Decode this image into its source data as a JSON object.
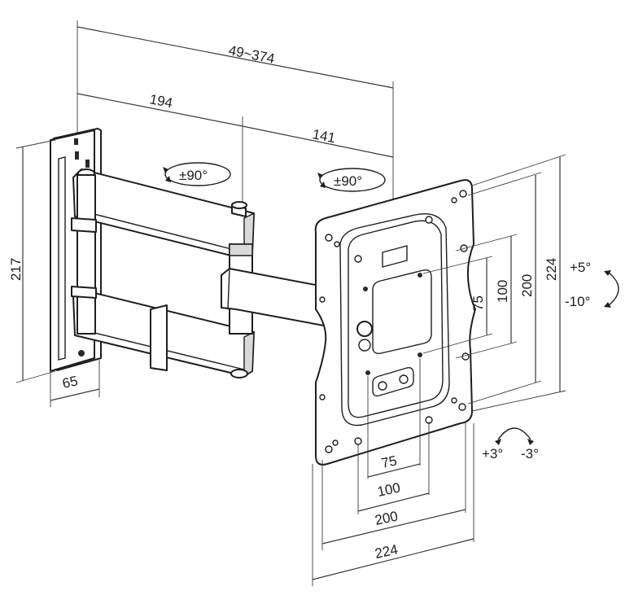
{
  "dimensions": {
    "arm_extension": "49~374",
    "wall_to_pivot": "194",
    "pivot_to_plate": "141",
    "wall_plate_height": "217",
    "wall_plate_width": "65",
    "vesa_v_224": "224",
    "vesa_v_200": "200",
    "vesa_v_100": "100",
    "vesa_v_75": "75",
    "vesa_h_75": "75",
    "vesa_h_100": "100",
    "vesa_h_200": "200",
    "vesa_h_224": "224"
  },
  "rotation": {
    "swivel_arm": "±90°",
    "swivel_plate": "±90°",
    "tilt_up": "+5°",
    "tilt_down": "-10°",
    "roll_pos": "+3°",
    "roll_neg": "-3°"
  },
  "colors": {
    "line": "#1e1e1e",
    "shade": "#d9d9d9"
  }
}
